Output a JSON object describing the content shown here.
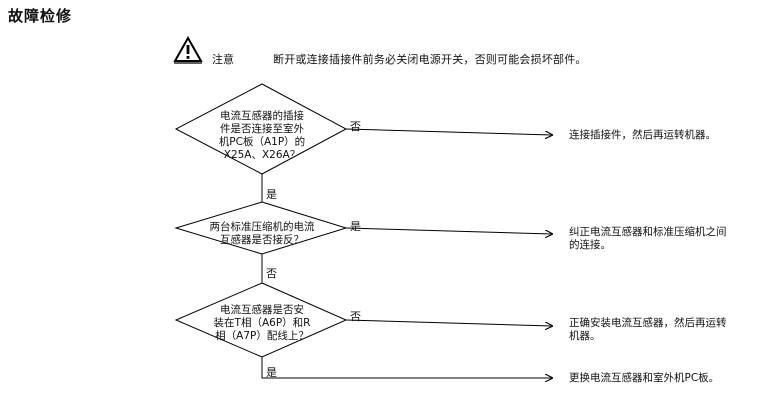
{
  "page": {
    "title": "故障检修"
  },
  "caution": {
    "icon": "warning-triangle-icon",
    "label": "注意",
    "text": "断开或连接插接件前务必关闭电源开关，否则可能会损坏部件。"
  },
  "flow": {
    "q1": {
      "lines": [
        "电流互感器的插接",
        "件是否连接至室外",
        "机PC板（A1P）的",
        "X25A、X26A？"
      ],
      "branch_right": "否",
      "branch_down": "是",
      "result": "连接插接件，然后再运转机器。"
    },
    "q2": {
      "lines": [
        "两台标准压缩机的电流",
        "互感器是否接反？"
      ],
      "branch_right": "是",
      "branch_down": "否",
      "result_lines": [
        "纠正电流互感器和标准压缩机之间",
        "的连接。"
      ]
    },
    "q3": {
      "lines": [
        "电流互感器是否安",
        "装在T相（A6P）和R",
        "相（A7P）配线上？"
      ],
      "branch_right": "否",
      "branch_down": "是",
      "result_lines": [
        "正确安装电流互感器，然后再运转",
        "机器。"
      ]
    },
    "final": {
      "result": "更换电流互感器和室外机PC板。"
    }
  }
}
